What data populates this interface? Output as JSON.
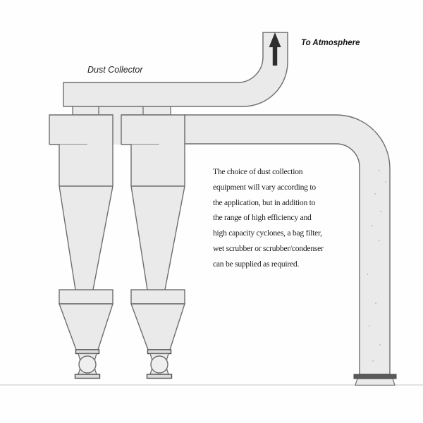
{
  "diagram": {
    "labels": {
      "dust_collector": "Dust Collector",
      "to_atmosphere": "To Atmosphere"
    },
    "colors": {
      "duct_fill": "#eaeaea",
      "outline": "#6e6e6e",
      "flange_dark": "#4f4f4f",
      "arrow": "#2d2d2d",
      "ground_line": "#dadada"
    }
  },
  "body_text": {
    "lines": [
      "The choice of dust collection",
      "equipment will vary according to",
      "the application, but in addition to",
      "the range of high efficiency and",
      "high capacity cyclones, a bag filter,",
      "wet scrubber or scrubber/condenser",
      "can be supplied as required."
    ]
  }
}
